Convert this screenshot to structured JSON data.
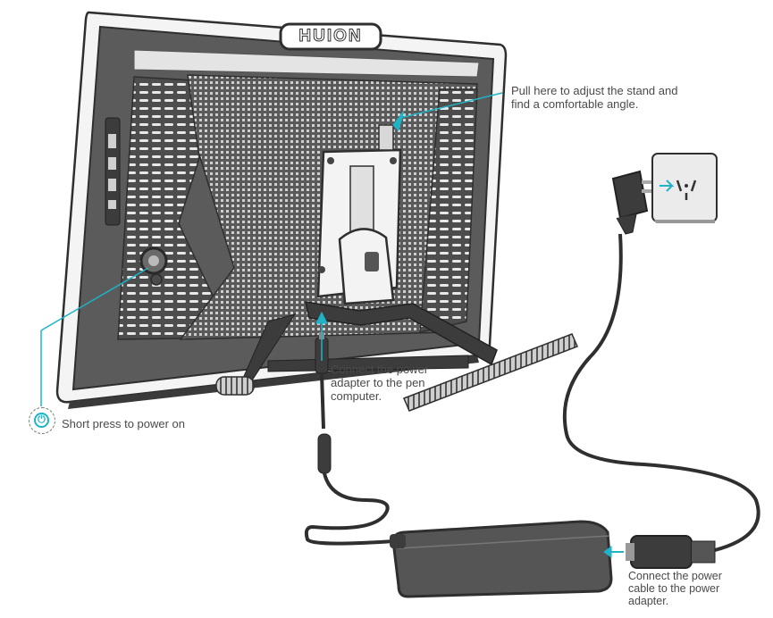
{
  "brand": {
    "logo_text": "HUION"
  },
  "callouts": {
    "power_on": "Short press to power on",
    "stand": [
      "Pull here to adjust the stand and",
      "find a comfortable angle."
    ],
    "adapter_to_computer": [
      "Connect the power",
      "adapter to the pen",
      "computer."
    ],
    "cable_to_adapter": [
      "Connect the power",
      "cable to the power",
      "adapter."
    ]
  },
  "colors": {
    "accent": "#1fb3c7",
    "device": "#555555",
    "outline": "#2f2f2f",
    "text": "#4a4a4a"
  },
  "icons": [
    "power-icon",
    "wall-socket-icon",
    "plug-icon",
    "arrow-icon"
  ]
}
